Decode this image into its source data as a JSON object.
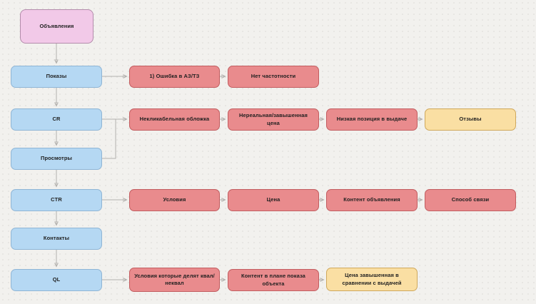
{
  "app": {
    "description": "Flowchart of ad funnel metrics and their problem causes"
  },
  "colors": {
    "bg": "#f2f1ee",
    "dot": "#dedcd9",
    "connector": "#b3b1ae",
    "arrow": "#8f8d8a",
    "text": "#1f1f1f",
    "pink_fill": "#f2c9e8",
    "pink_border": "#b38cab",
    "blue_fill": "#b5d8f3",
    "blue_border": "#8fb5d5",
    "red_fill": "#e98b8d",
    "red_border": "#c25d60",
    "yellow_fill": "#fadfa3",
    "yellow_border": "#cfa85c"
  },
  "nodes": {
    "ads": {
      "label": "Объявления",
      "type": "pink"
    },
    "pokazy": {
      "label": "Показы",
      "type": "blue"
    },
    "cr": {
      "label": "CR",
      "type": "blue"
    },
    "prosmotry": {
      "label": "Просмотры",
      "type": "blue"
    },
    "ctr": {
      "label": "CTR",
      "type": "blue"
    },
    "kontakty": {
      "label": "Контакты",
      "type": "blue"
    },
    "ql": {
      "label": "QL",
      "type": "blue"
    },
    "r1a": {
      "label": "1) Ошибка в АЗ/ТЗ",
      "type": "red"
    },
    "r1b": {
      "label": "Нет частотности",
      "type": "red"
    },
    "r2a": {
      "label": "Некликабельная обложка",
      "type": "red"
    },
    "r2b": {
      "label": "Нереальная/завышенная цена",
      "type": "red"
    },
    "r2c": {
      "label": "Низкая позиция в выдаче",
      "type": "red"
    },
    "r2d": {
      "label": "Отзывы",
      "type": "yellow"
    },
    "r4a": {
      "label": "Условия",
      "type": "red"
    },
    "r4b": {
      "label": "Цена",
      "type": "red"
    },
    "r4c": {
      "label": "Контент объявления",
      "type": "red"
    },
    "r4d": {
      "label": "Способ связи",
      "type": "red"
    },
    "r6a": {
      "label": "Условия которые делят квал/неквал",
      "type": "red"
    },
    "r6b": {
      "label": "Контент в плане показа объекта",
      "type": "red"
    },
    "r6c": {
      "label": "Цена завышенная в сравнении с выдачей",
      "type": "yellow"
    }
  },
  "edges": [
    {
      "from": "ads",
      "to": "pokazy"
    },
    {
      "from": "pokazy",
      "to": "cr"
    },
    {
      "from": "cr",
      "to": "prosmotry"
    },
    {
      "from": "prosmotry",
      "to": "ctr"
    },
    {
      "from": "ctr",
      "to": "kontakty"
    },
    {
      "from": "kontakty",
      "to": "ql"
    },
    {
      "from": "pokazy",
      "to": "r1a"
    },
    {
      "from": "r1a",
      "to": "r1b"
    },
    {
      "from": "cr",
      "to": "r2a"
    },
    {
      "from": "prosmotry",
      "to": "r2a"
    },
    {
      "from": "r2a",
      "to": "r2b"
    },
    {
      "from": "r2b",
      "to": "r2c"
    },
    {
      "from": "r2c",
      "to": "r2d"
    },
    {
      "from": "ctr",
      "to": "r4a"
    },
    {
      "from": "r4a",
      "to": "r4b"
    },
    {
      "from": "r4b",
      "to": "r4c"
    },
    {
      "from": "r4c",
      "to": "r4d"
    },
    {
      "from": "ql",
      "to": "r6a"
    },
    {
      "from": "r6a",
      "to": "r6b"
    },
    {
      "from": "r6b",
      "to": "r6c"
    }
  ]
}
